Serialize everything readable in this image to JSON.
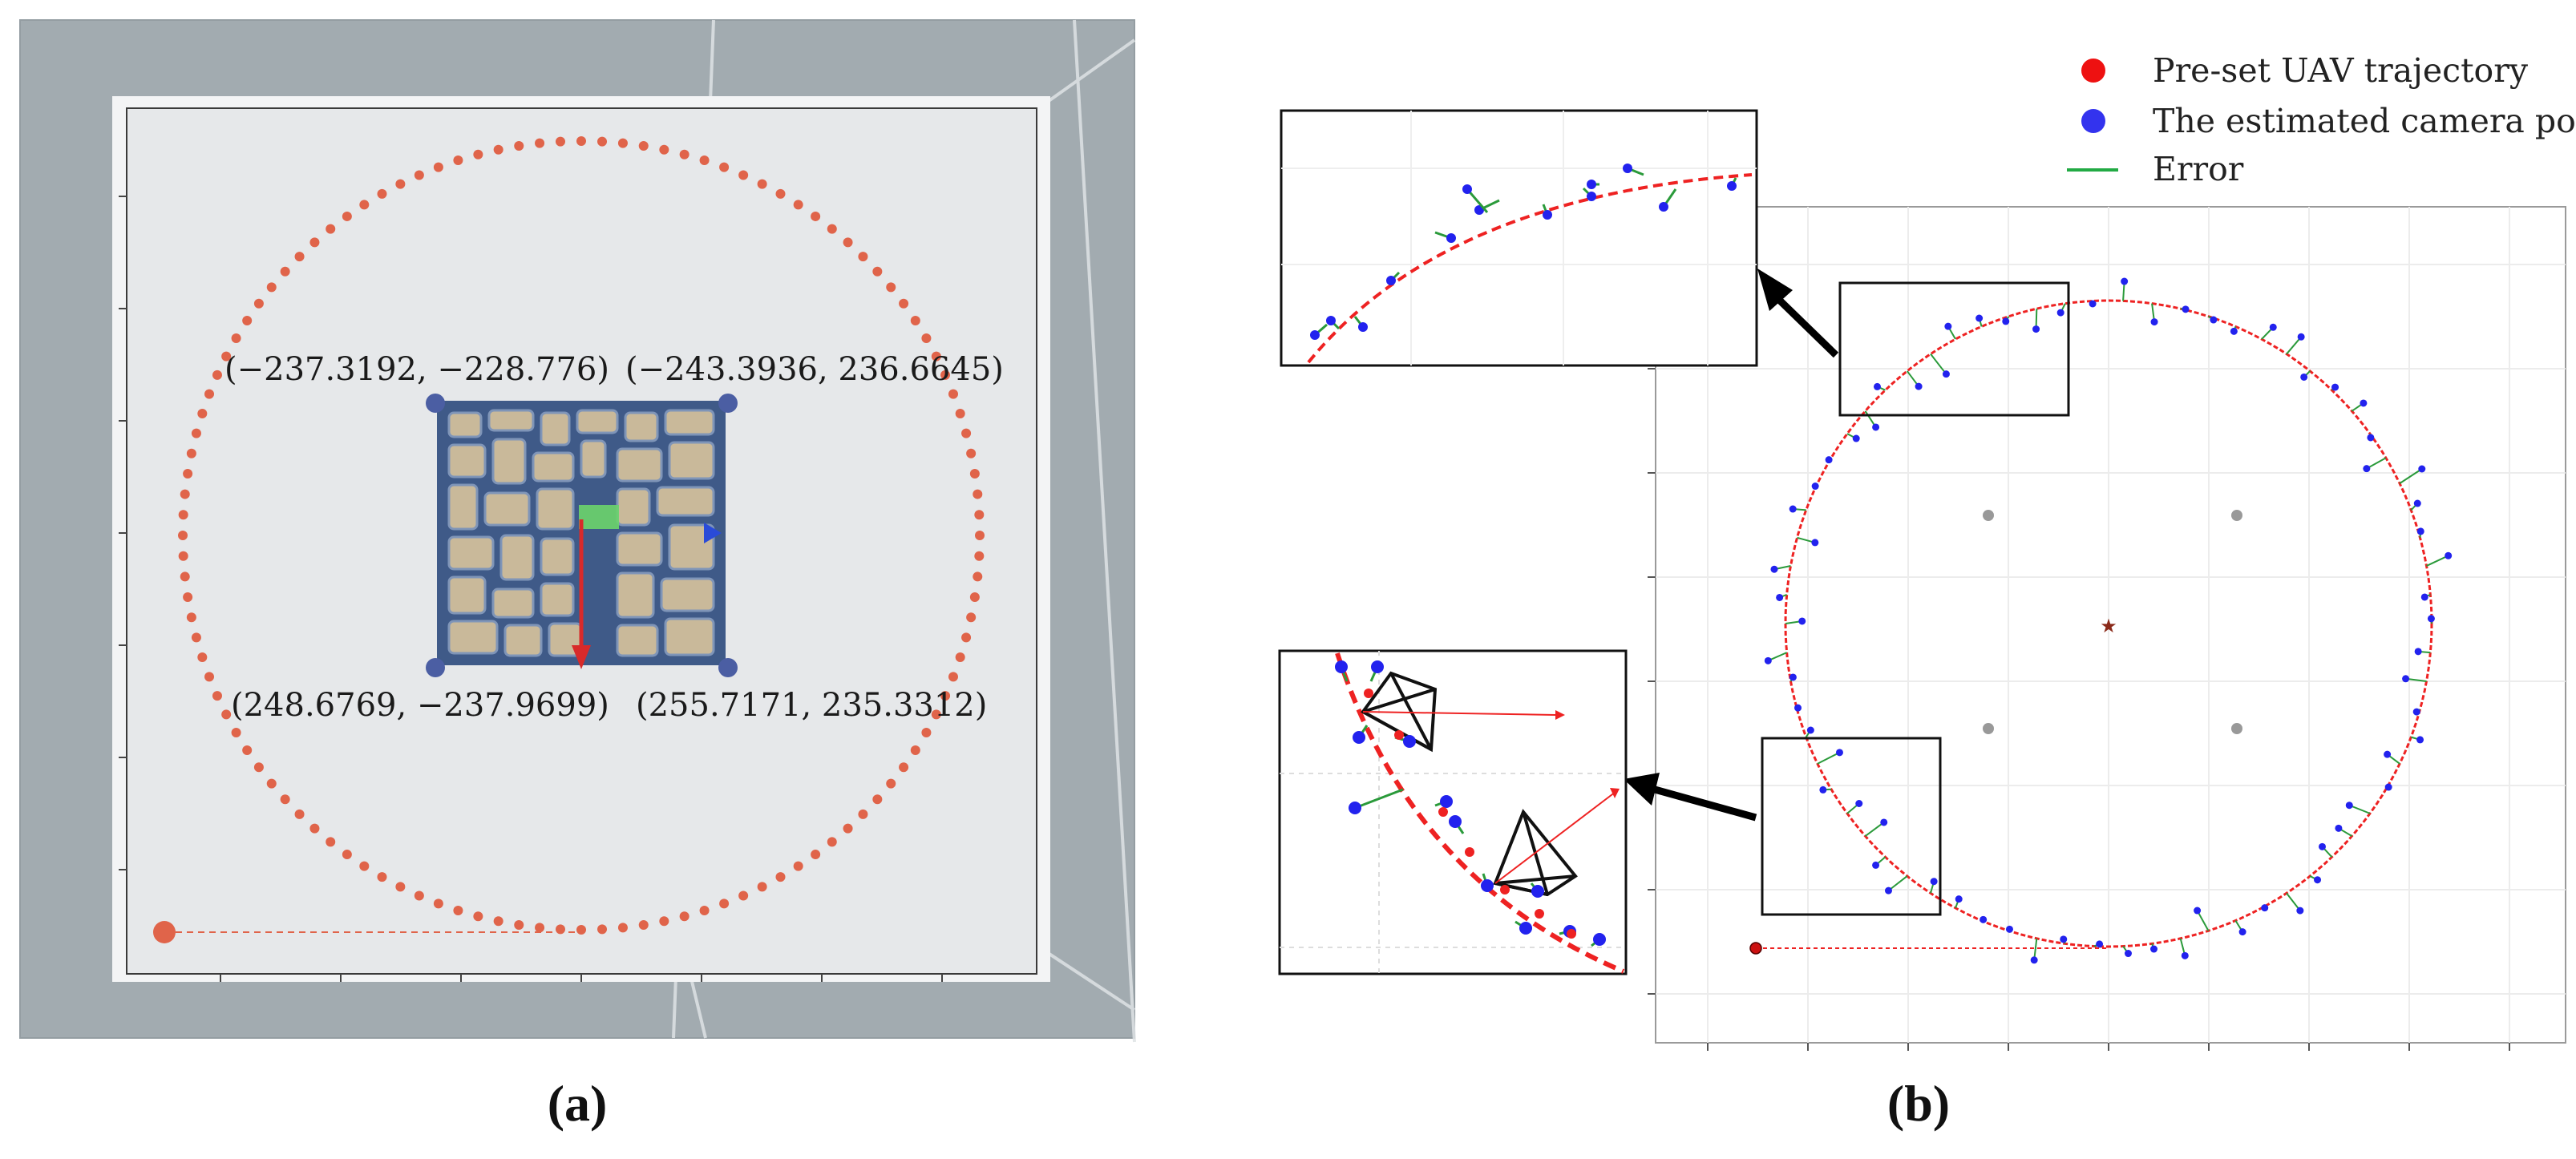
{
  "panels": {
    "a": {
      "label": "(a)",
      "corner_points": [
        {
          "label": "(−237.3192, −228.776)"
        },
        {
          "label": "(−243.3936, 236.6645)"
        },
        {
          "label": "(248.6769, −237.9699)"
        },
        {
          "label": "(255.7171, 235.3312)"
        }
      ],
      "colors": {
        "trajectory": "#e0644a",
        "corner_marker": "#4b5ea3",
        "frame_background": "#a2abb0",
        "plane_background": "#e6e8ea"
      }
    },
    "b": {
      "label": "(b)",
      "legend": [
        {
          "label": "Pre-set UAV trajectory",
          "color": "#ee1111",
          "symbol": "dot"
        },
        {
          "label": "The estimated camera pose",
          "color": "#3333ee",
          "symbol": "dot"
        },
        {
          "label": "Error",
          "color": "#22aa44",
          "symbol": "line"
        }
      ],
      "colors": {
        "trajectory": "#ee2222",
        "estimate": "#2222ee",
        "error": "#2a9a3a",
        "center_marker": "#8b2a1a",
        "ref_points": "#999999"
      }
    }
  }
}
